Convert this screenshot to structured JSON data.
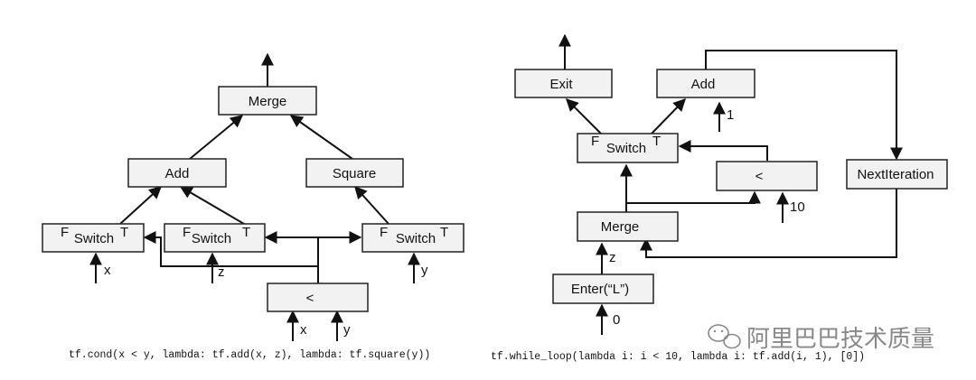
{
  "cond_graph": {
    "nodes": {
      "merge": "Merge",
      "add": "Add",
      "square": "Square",
      "switch1": "Switch",
      "switch2": "Switch",
      "switch3": "Switch",
      "less": "<"
    },
    "switch_false_mark": "F",
    "switch_true_mark": "T",
    "inputs": [
      "x",
      "z",
      "y",
      "x",
      "y"
    ],
    "caption": "tf.cond(x < y, lambda: tf.add(x, z), lambda: tf.square(y))"
  },
  "while_graph": {
    "nodes": {
      "exit": "Exit",
      "add": "Add",
      "switch": "Switch",
      "less": "<",
      "next_iteration": "NextIteration",
      "merge": "Merge",
      "enter": "Enter(“L”)"
    },
    "switch_false_mark": "F",
    "switch_true_mark": "T",
    "inputs": [
      "1",
      "10",
      "z",
      "0"
    ],
    "caption": "tf.while_loop(lambda i: i < 10, lambda i: tf.add(i, 1), [0])"
  },
  "watermark": {
    "icon": "wechat-icon",
    "text": "阿里巴巴技术质量"
  }
}
